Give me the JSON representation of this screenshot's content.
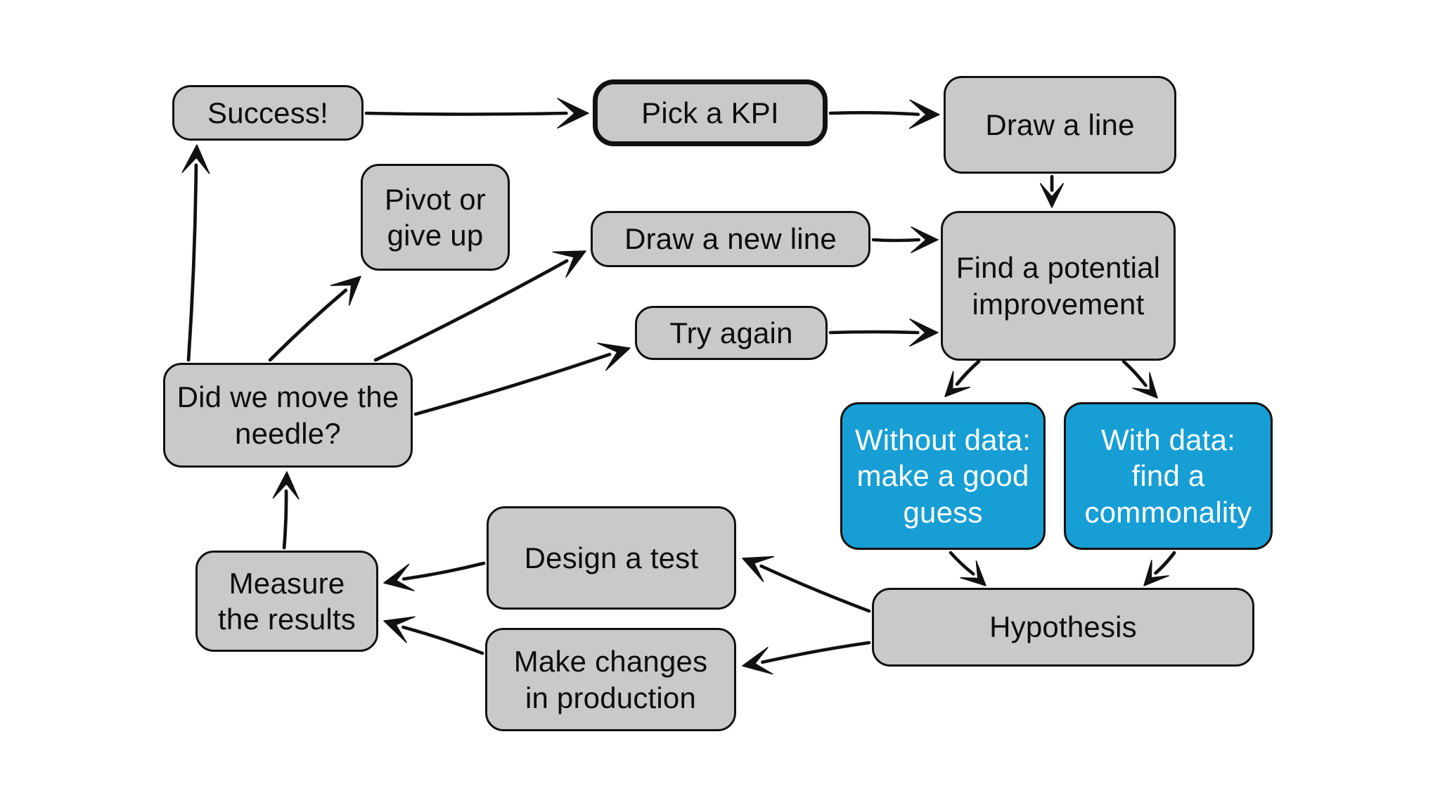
{
  "diagram": {
    "title": "KPI improvement loop flowchart",
    "colors": {
      "background": "#ffffff",
      "node_fill": "#c9c9c9",
      "node_fill_accent": "#169ed5",
      "node_border": "#111111",
      "text_dark": "#0d0d0d",
      "text_light": "#ffffff",
      "arrow": "#111111"
    },
    "nodes": [
      {
        "id": "success",
        "label": "Success!",
        "variant": "gray"
      },
      {
        "id": "pick-kpi",
        "label": "Pick a KPI",
        "variant": "gray-bold"
      },
      {
        "id": "draw-line",
        "label": "Draw a line",
        "variant": "gray"
      },
      {
        "id": "pivot-give-up",
        "label": "Pivot or\ngive up",
        "variant": "gray"
      },
      {
        "id": "draw-new-line",
        "label": "Draw a new line",
        "variant": "gray"
      },
      {
        "id": "try-again",
        "label": "Try again",
        "variant": "gray"
      },
      {
        "id": "find-improvement",
        "label": "Find a potential\nimprovement",
        "variant": "gray"
      },
      {
        "id": "did-we-move",
        "label": "Did we move the\nneedle?",
        "variant": "gray"
      },
      {
        "id": "without-data",
        "label": "Without data:\nmake a good\nguess",
        "variant": "blue"
      },
      {
        "id": "with-data",
        "label": "With data:\nfind a\ncommonality",
        "variant": "blue"
      },
      {
        "id": "design-test",
        "label": "Design a test",
        "variant": "gray"
      },
      {
        "id": "measure-results",
        "label": "Measure\nthe results",
        "variant": "gray"
      },
      {
        "id": "make-changes",
        "label": "Make changes\nin production",
        "variant": "gray"
      },
      {
        "id": "hypothesis",
        "label": "Hypothesis",
        "variant": "gray"
      }
    ],
    "edges": [
      {
        "from": "success",
        "to": "pick-kpi"
      },
      {
        "from": "pick-kpi",
        "to": "draw-line"
      },
      {
        "from": "draw-line",
        "to": "find-improvement"
      },
      {
        "from": "draw-new-line",
        "to": "find-improvement"
      },
      {
        "from": "try-again",
        "to": "find-improvement"
      },
      {
        "from": "find-improvement",
        "to": "without-data"
      },
      {
        "from": "find-improvement",
        "to": "with-data"
      },
      {
        "from": "without-data",
        "to": "hypothesis"
      },
      {
        "from": "with-data",
        "to": "hypothesis"
      },
      {
        "from": "hypothesis",
        "to": "design-test"
      },
      {
        "from": "hypothesis",
        "to": "make-changes"
      },
      {
        "from": "design-test",
        "to": "measure-results"
      },
      {
        "from": "make-changes",
        "to": "measure-results"
      },
      {
        "from": "measure-results",
        "to": "did-we-move"
      },
      {
        "from": "did-we-move",
        "to": "success"
      },
      {
        "from": "did-we-move",
        "to": "pivot-give-up"
      },
      {
        "from": "did-we-move",
        "to": "draw-new-line"
      },
      {
        "from": "did-we-move",
        "to": "try-again"
      }
    ]
  }
}
